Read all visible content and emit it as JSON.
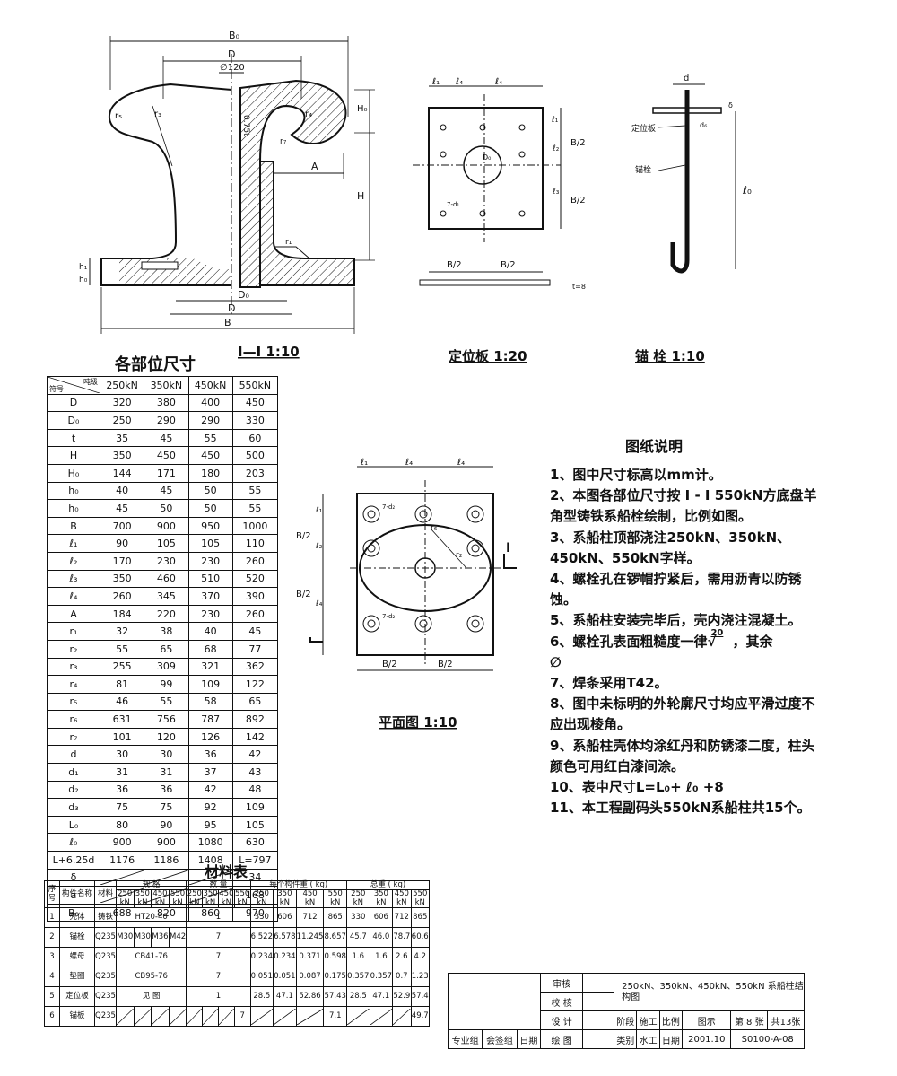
{
  "view_titles": {
    "section": "I—I 1:10",
    "plate": "定位板 1:20",
    "anchor": "锚 栓 1:10",
    "plan": "平面图 1:10"
  },
  "section_labels": {
    "B0": "B₀",
    "D_top": "D",
    "phi": "∅120",
    "t_mark": "0.75t",
    "r5": "r₅",
    "r3": "r₃",
    "r4": "r₄",
    "r7": "r₇",
    "r1": "r₁",
    "A": "A",
    "H0": "H₀",
    "H": "H",
    "h0": "h₀",
    "h1": "h₁",
    "D0": "D₀",
    "D_bot": "D",
    "B": "B"
  },
  "plate_labels": {
    "l1": "ℓ₁",
    "l4a": "ℓ₄",
    "l4b": "ℓ₄",
    "l1r": "ℓ₁",
    "l2": "ℓ₂",
    "l3": "ℓ₃",
    "B2a": "B/2",
    "B2b": "B/2",
    "B2c": "B/2",
    "B2d": "B/2",
    "D0": "D₀",
    "hole": "7-d₁",
    "t": "t=8"
  },
  "anchor_labels": {
    "d": "d",
    "delta": "δ",
    "plate": "定位板",
    "bolt": "锚栓",
    "l0": "ℓ₀",
    "d6": "d₆"
  },
  "plan_labels": {
    "l1": "ℓ₁",
    "l4a": "ℓ₄",
    "l4b": "ℓ₄",
    "l1r": "ℓ₁",
    "l2": "ℓ₂",
    "l4r": "ℓ₄",
    "B2a": "B/2",
    "B2b": "B/2",
    "B2c": "B/2",
    "B2d": "B/2",
    "r6": "r₆",
    "r2": "r₂",
    "hole1": "7-d₂",
    "hole2": "7-d₂",
    "I": "I"
  },
  "dims_table": {
    "title": "各部位尺寸",
    "corner_top": "吨级",
    "corner_bottom": "符号",
    "columns": [
      "250kN",
      "350kN",
      "450kN",
      "550kN"
    ],
    "rows": [
      {
        "sym": "D",
        "v": [
          "320",
          "380",
          "400",
          "450"
        ]
      },
      {
        "sym": "D₀",
        "v": [
          "250",
          "290",
          "290",
          "330"
        ]
      },
      {
        "sym": "t",
        "v": [
          "35",
          "45",
          "55",
          "60"
        ]
      },
      {
        "sym": "H",
        "v": [
          "350",
          "450",
          "450",
          "500"
        ]
      },
      {
        "sym": "H₀",
        "v": [
          "144",
          "171",
          "180",
          "203"
        ]
      },
      {
        "sym": "h₀",
        "v": [
          "40",
          "45",
          "50",
          "55"
        ]
      },
      {
        "sym": "h₀",
        "v": [
          "45",
          "50",
          "50",
          "55"
        ]
      },
      {
        "sym": "B",
        "v": [
          "700",
          "900",
          "950",
          "1000"
        ]
      },
      {
        "sym": "ℓ₁",
        "v": [
          "90",
          "105",
          "105",
          "110"
        ]
      },
      {
        "sym": "ℓ₂",
        "v": [
          "170",
          "230",
          "230",
          "260"
        ]
      },
      {
        "sym": "ℓ₃",
        "v": [
          "350",
          "460",
          "510",
          "520"
        ]
      },
      {
        "sym": "ℓ₄",
        "v": [
          "260",
          "345",
          "370",
          "390"
        ]
      },
      {
        "sym": "A",
        "v": [
          "184",
          "220",
          "230",
          "260"
        ]
      },
      {
        "sym": "r₁",
        "v": [
          "32",
          "38",
          "40",
          "45"
        ]
      },
      {
        "sym": "r₂",
        "v": [
          "55",
          "65",
          "68",
          "77"
        ]
      },
      {
        "sym": "r₃",
        "v": [
          "255",
          "309",
          "321",
          "362"
        ]
      },
      {
        "sym": "r₄",
        "v": [
          "81",
          "99",
          "109",
          "122"
        ]
      },
      {
        "sym": "r₅",
        "v": [
          "46",
          "55",
          "58",
          "65"
        ]
      },
      {
        "sym": "r₆",
        "v": [
          "631",
          "756",
          "787",
          "892"
        ]
      },
      {
        "sym": "r₇",
        "v": [
          "101",
          "120",
          "126",
          "142"
        ]
      },
      {
        "sym": "d",
        "v": [
          "30",
          "30",
          "36",
          "42"
        ]
      },
      {
        "sym": "d₁",
        "v": [
          "31",
          "31",
          "37",
          "43"
        ]
      },
      {
        "sym": "d₂",
        "v": [
          "36",
          "36",
          "42",
          "48"
        ]
      },
      {
        "sym": "d₃",
        "v": [
          "75",
          "75",
          "92",
          "109"
        ]
      },
      {
        "sym": "L₀",
        "v": [
          "80",
          "90",
          "95",
          "105"
        ]
      },
      {
        "sym": "ℓ₀",
        "v": [
          "900",
          "900",
          "1080",
          "630"
        ]
      },
      {
        "sym": "L+6.25d",
        "v": [
          "1176",
          "1186",
          "1408",
          "L=797"
        ]
      },
      {
        "sym": "δ",
        "v": [
          "",
          "",
          "",
          "34"
        ]
      },
      {
        "sym": "a",
        "v": [
          "",
          "",
          "",
          "168"
        ]
      },
      {
        "sym": "B₀",
        "v": [
          "688",
          "820",
          "860",
          "970"
        ]
      }
    ]
  },
  "notes": {
    "title": "图纸说明",
    "items": [
      "1、图中尺寸标高以mm计。",
      "2、本图各部位尺寸按 I - I 550kN方底盘羊角型铸铁系船栓绘制，比例如图。",
      "3、系船柱顶部浇注250kN、350kN、450kN、550kN字样。",
      "4、螺栓孔在锣帽拧紧后，需用沥青以防锈蚀。",
      "5、系船柱安装完毕后，壳内浇注混凝土。",
      "6、螺栓孔表面粗糙度一律",
      "7、焊条采用T42。",
      "8、图中未标明的外轮廓尺寸均应平滑过度不应出现棱角。",
      "9、系船柱壳体均涂红丹和防锈漆二度，柱头颜色可用红白漆间涂。",
      "10、表中尺寸L=L₀+ ℓ₀ +8",
      "11、本工程副码头550kN系船柱共15个。"
    ],
    "roughness_value": "20",
    "roughness_tail": "，其余"
  },
  "materials": {
    "title": "材料表",
    "h_no": "序号",
    "h_name": "构件名称",
    "h_mat": "材料",
    "h_spec": "规 格",
    "h_qty": "数 量",
    "h_unit_w": "每个构件重 ( kg)",
    "h_total_w": "总重 ( kg)",
    "sub": [
      "250 kN",
      "350 kN",
      "450 kN",
      "550 kN"
    ],
    "rows": [
      {
        "no": "1",
        "name": "壳体",
        "mat": "铸铁",
        "spec": "HT20-40",
        "qty": "1",
        "uw": [
          "330",
          "606",
          "712",
          "865"
        ],
        "tw": [
          "330",
          "606",
          "712",
          "865"
        ]
      },
      {
        "no": "2",
        "name": "锚栓",
        "mat": "Q235",
        "spec4": [
          "M30",
          "M30",
          "M36",
          "M42"
        ],
        "qty": "7",
        "uw": [
          "6.522",
          "6.578",
          "11.245",
          "8.657"
        ],
        "tw": [
          "45.7",
          "46.0",
          "78.7",
          "60.6"
        ]
      },
      {
        "no": "3",
        "name": "螺母",
        "mat": "Q235",
        "spec": "CB41-76",
        "qty": "7",
        "uw": [
          "0.234",
          "0.234",
          "0.371",
          "0.598"
        ],
        "tw": [
          "1.6",
          "1.6",
          "2.6",
          "4.2"
        ]
      },
      {
        "no": "4",
        "name": "垫圈",
        "mat": "Q235",
        "spec": "CB95-76",
        "qty": "7",
        "uw": [
          "0.051",
          "0.051",
          "0.087",
          "0.175"
        ],
        "tw": [
          "0.357",
          "0.357",
          "0.7",
          "1.23"
        ]
      },
      {
        "no": "5",
        "name": "定位板",
        "mat": "Q235",
        "spec": "见 图",
        "qty": "1",
        "uw": [
          "28.5",
          "47.1",
          "52.86",
          "57.43"
        ],
        "tw": [
          "28.5",
          "47.1",
          "52.9",
          "57.4"
        ]
      },
      {
        "no": "6",
        "name": "锚板",
        "mat": "Q235",
        "spec": "",
        "qty6": "7",
        "uw": [
          "",
          "",
          "",
          "7.1"
        ],
        "tw": [
          "",
          "",
          "",
          "49.7"
        ]
      }
    ]
  },
  "title_block": {
    "review": "审核",
    "check": "校 核",
    "design": "设 计",
    "draw": "绘 图",
    "drawing_name": "250kN、350kN、450kN、550kN 系船柱结构图",
    "stage_label": "阶段",
    "stage": "施工",
    "scale_label": "比例",
    "scale": "图示",
    "sheet": "第 8 张",
    "total": "共13张",
    "type_label": "类别",
    "type": "水工",
    "date_label": "日期",
    "date": "2001.10",
    "number": "S0100-A-08",
    "prof": "专业组",
    "sign": "会签组",
    "date2": "日期"
  }
}
